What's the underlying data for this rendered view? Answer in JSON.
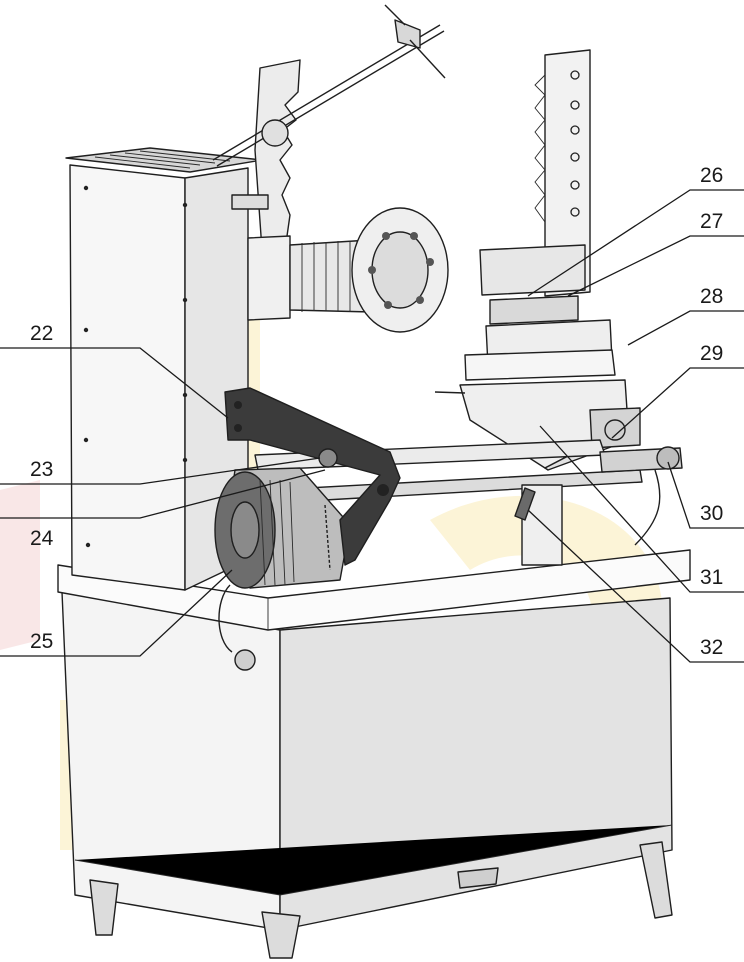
{
  "figure": {
    "subject": "Lathe machine exploded-view figure with numbered part callouts",
    "colors": {
      "background": "#ffffff",
      "line": "#1f1f1f",
      "metal_light": "#ededed",
      "metal_mid": "#cfcfcf",
      "metal_dark": "#6e6e6e",
      "bracket": "#3d3d3d",
      "watermark": "#f3d36a"
    },
    "callouts": [
      {
        "number": "22"
      },
      {
        "number": "23"
      },
      {
        "number": "24"
      },
      {
        "number": "25"
      },
      {
        "number": "26"
      },
      {
        "number": "27"
      },
      {
        "number": "28"
      },
      {
        "number": "29"
      },
      {
        "number": "30"
      },
      {
        "number": "31"
      },
      {
        "number": "32"
      }
    ]
  }
}
